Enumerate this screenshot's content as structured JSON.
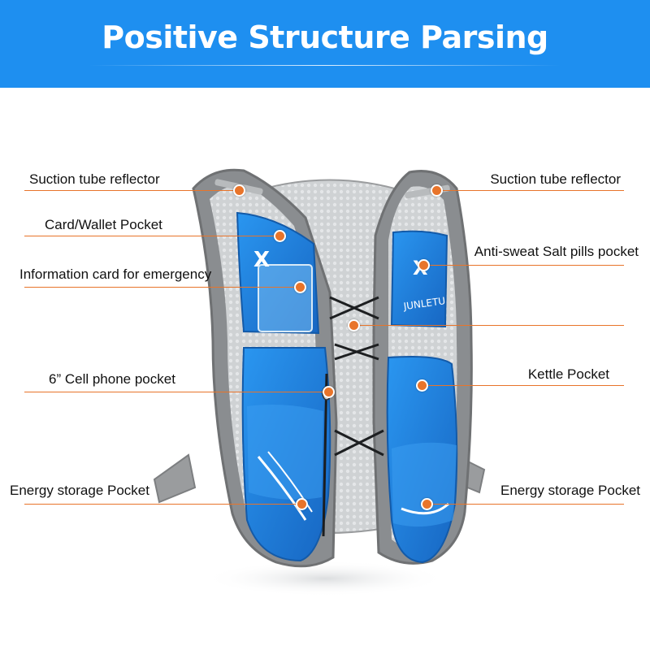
{
  "header": {
    "title": "Positive Structure Parsing",
    "background_color": "#1e8ff0"
  },
  "product": {
    "brand_text": "JUNLETU",
    "colors": {
      "vest_gray": "#8a8d90",
      "pocket_blue": "#1f86e0",
      "mesh_light": "#c9ccce",
      "callout": "#e8742a"
    }
  },
  "callouts": {
    "left": [
      {
        "label": "Suction tube reflector"
      },
      {
        "label": "Card/Wallet Pocket"
      },
      {
        "label": "Information card for emergency"
      },
      {
        "label": "6” Cell phone pocket"
      },
      {
        "label": "Energy storage Pocket"
      }
    ],
    "right": [
      {
        "label": "Suction tube reflector"
      },
      {
        "label": "Anti-sweat Salt pills pocket"
      },
      {
        "label": "Kettle Pocket"
      },
      {
        "label": "Energy storage Pocket"
      }
    ]
  }
}
